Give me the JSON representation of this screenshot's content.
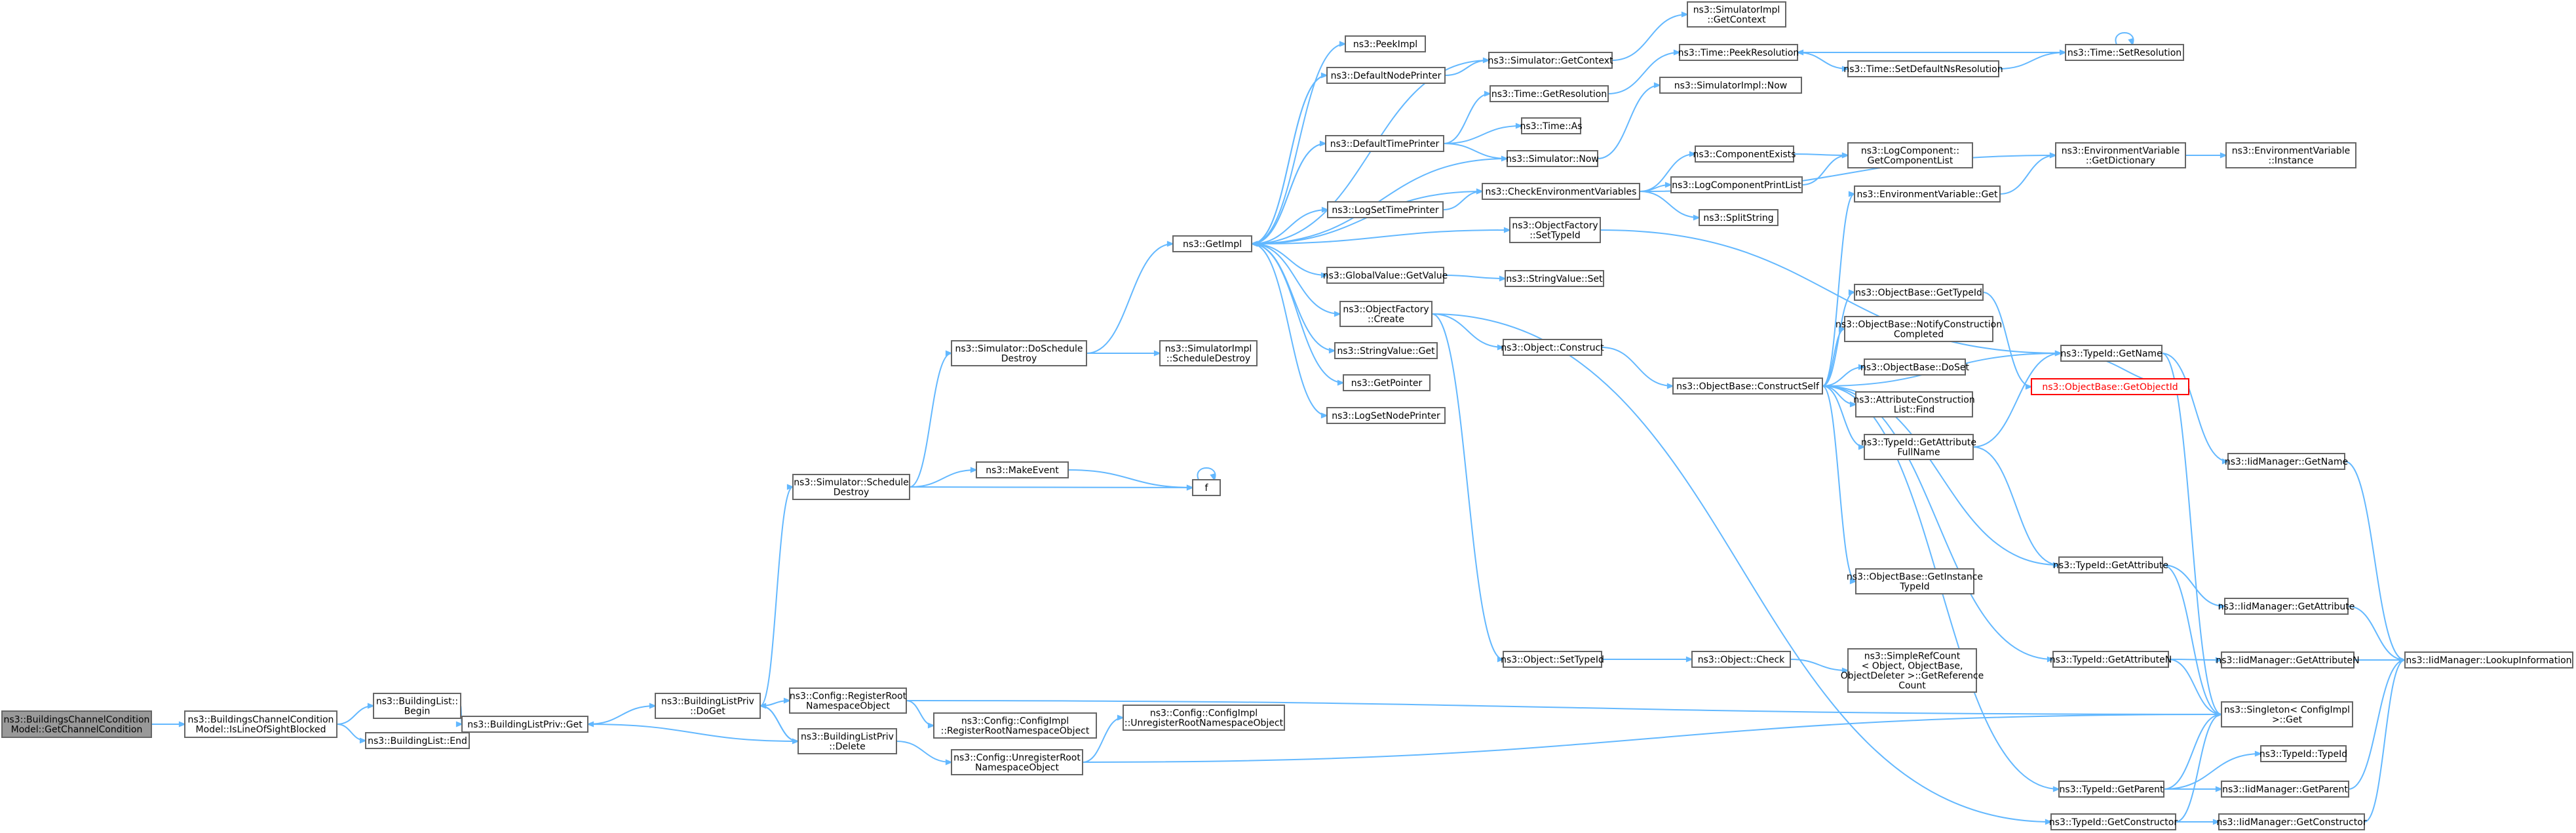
{
  "graph": {
    "colors": {
      "edge": "#63b8ff",
      "node_border": "#666666",
      "root_fill": "#999999",
      "error_border": "#ff0000"
    },
    "nodes": [
      {
        "id": "root",
        "lines": [
          "ns3::BuildingsChannelCondition",
          "Model::GetChannelCondition"
        ]
      },
      {
        "id": "isLOS",
        "lines": [
          "ns3::BuildingsChannelCondition",
          "Model::IsLineOfSightBlocked"
        ]
      },
      {
        "id": "blBegin",
        "lines": [
          "ns3::BuildingList::",
          "Begin"
        ]
      },
      {
        "id": "blEnd",
        "lines": [
          "ns3::BuildingList::End"
        ]
      },
      {
        "id": "blpGet",
        "lines": [
          "ns3::BuildingListPriv::Get"
        ]
      },
      {
        "id": "blpDoGet",
        "lines": [
          "ns3::BuildingListPriv",
          "::DoGet"
        ]
      },
      {
        "id": "cfgReg",
        "lines": [
          "ns3::Config::RegisterRoot",
          "NamespaceObject"
        ]
      },
      {
        "id": "blpDelete",
        "lines": [
          "ns3::BuildingListPriv",
          "::Delete"
        ]
      },
      {
        "id": "cfgImplReg",
        "lines": [
          "ns3::Config::ConfigImpl",
          "::RegisterRootNamespaceObject"
        ]
      },
      {
        "id": "cfgUnreg",
        "lines": [
          "ns3::Config::UnregisterRoot",
          "NamespaceObject"
        ]
      },
      {
        "id": "cfgImplUnreg",
        "lines": [
          "ns3::Config::ConfigImpl",
          "::UnregisterRootNamespaceObject"
        ]
      },
      {
        "id": "simSchedDestroy",
        "lines": [
          "ns3::Simulator::Schedule",
          "Destroy"
        ]
      },
      {
        "id": "simDoSchedDestroy",
        "lines": [
          "ns3::Simulator::DoSchedule",
          "Destroy"
        ]
      },
      {
        "id": "makeEvent",
        "lines": [
          "ns3::MakeEvent"
        ]
      },
      {
        "id": "f",
        "lines": [
          "f"
        ]
      },
      {
        "id": "simImplSchedDestroy",
        "lines": [
          "ns3::SimulatorImpl",
          "::ScheduleDestroy"
        ]
      },
      {
        "id": "getImpl",
        "lines": [
          "ns3::GetImpl"
        ]
      },
      {
        "id": "peekImpl",
        "lines": [
          "ns3::PeekImpl"
        ]
      },
      {
        "id": "defNodePrinter",
        "lines": [
          "ns3::DefaultNodePrinter"
        ]
      },
      {
        "id": "defTimePrinter",
        "lines": [
          "ns3::DefaultTimePrinter"
        ]
      },
      {
        "id": "logSetTimePrinter",
        "lines": [
          "ns3::LogSetTimePrinter"
        ]
      },
      {
        "id": "gvGetValue",
        "lines": [
          "ns3::GlobalValue::GetValue"
        ]
      },
      {
        "id": "ofCreate",
        "lines": [
          "ns3::ObjectFactory",
          "::Create"
        ]
      },
      {
        "id": "svGet",
        "lines": [
          "ns3::StringValue::Get"
        ]
      },
      {
        "id": "getPointer",
        "lines": [
          "ns3::GetPointer"
        ]
      },
      {
        "id": "logSetNodePrinter",
        "lines": [
          "ns3::LogSetNodePrinter"
        ]
      },
      {
        "id": "simGetContext",
        "lines": [
          "ns3::Simulator::GetContext"
        ]
      },
      {
        "id": "timeGetRes",
        "lines": [
          "ns3::Time::GetResolution"
        ]
      },
      {
        "id": "timeAs",
        "lines": [
          "ns3::Time::As"
        ]
      },
      {
        "id": "simNow",
        "lines": [
          "ns3::Simulator::Now"
        ]
      },
      {
        "id": "checkEnv",
        "lines": [
          "ns3::CheckEnvironmentVariables"
        ]
      },
      {
        "id": "ofSetTypeId",
        "lines": [
          "ns3::ObjectFactory",
          "::SetTypeId"
        ]
      },
      {
        "id": "svSet",
        "lines": [
          "ns3::StringValue::Set"
        ]
      },
      {
        "id": "objConstruct",
        "lines": [
          "ns3::Object::Construct"
        ]
      },
      {
        "id": "objSetTypeId",
        "lines": [
          "ns3::Object::SetTypeId"
        ]
      },
      {
        "id": "simImplGetContext",
        "lines": [
          "ns3::SimulatorImpl",
          "::GetContext"
        ]
      },
      {
        "id": "timePeekRes",
        "lines": [
          "ns3::Time::PeekResolution"
        ]
      },
      {
        "id": "timeSetDefNs",
        "lines": [
          "ns3::Time::SetDefaultNsResolution"
        ]
      },
      {
        "id": "timeSetRes",
        "lines": [
          "ns3::Time::SetResolution"
        ]
      },
      {
        "id": "simImplNow",
        "lines": [
          "ns3::SimulatorImpl::Now"
        ]
      },
      {
        "id": "compExists",
        "lines": [
          "ns3::ComponentExists"
        ]
      },
      {
        "id": "logCompPrintList",
        "lines": [
          "ns3::LogComponentPrintList"
        ]
      },
      {
        "id": "splitString",
        "lines": [
          "ns3::SplitString"
        ]
      },
      {
        "id": "logCompGetList",
        "lines": [
          "ns3::LogComponent::",
          "GetComponentList"
        ]
      },
      {
        "id": "envGetDict",
        "lines": [
          "ns3::EnvironmentVariable",
          "::GetDictionary"
        ]
      },
      {
        "id": "envInstance",
        "lines": [
          "ns3::EnvironmentVariable",
          "::Instance"
        ]
      },
      {
        "id": "envGet",
        "lines": [
          "ns3::EnvironmentVariable::Get"
        ]
      },
      {
        "id": "obConstructSelf",
        "lines": [
          "ns3::ObjectBase::ConstructSelf"
        ]
      },
      {
        "id": "obGetTypeId",
        "lines": [
          "ns3::ObjectBase::GetTypeId"
        ]
      },
      {
        "id": "obNotify",
        "lines": [
          "ns3::ObjectBase::NotifyConstruction",
          "Completed"
        ]
      },
      {
        "id": "obDoSet",
        "lines": [
          "ns3::ObjectBase::DoSet"
        ]
      },
      {
        "id": "acFind",
        "lines": [
          "ns3::AttributeConstruction",
          "List::Find"
        ]
      },
      {
        "id": "tidGetAttrFull",
        "lines": [
          "ns3::TypeId::GetAttribute",
          "FullName"
        ]
      },
      {
        "id": "obGetInstTypeId",
        "lines": [
          "ns3::ObjectBase::GetInstance",
          "TypeId"
        ]
      },
      {
        "id": "objCheck",
        "lines": [
          "ns3::Object::Check"
        ]
      },
      {
        "id": "srcGetRef",
        "lines": [
          "ns3::SimpleRefCount",
          "< Object, ObjectBase,",
          "ObjectDeleter >::GetReference",
          "Count"
        ]
      },
      {
        "id": "tidGetName",
        "lines": [
          "ns3::TypeId::GetName"
        ]
      },
      {
        "id": "obGetObjectId",
        "lines": [
          "ns3::ObjectBase::GetObjectId"
        ]
      },
      {
        "id": "tidGetAttr",
        "lines": [
          "ns3::TypeId::GetAttribute"
        ]
      },
      {
        "id": "tidGetAttrN",
        "lines": [
          "ns3::TypeId::GetAttributeN"
        ]
      },
      {
        "id": "tidGetParent",
        "lines": [
          "ns3::TypeId::GetParent"
        ]
      },
      {
        "id": "tidGetCtor",
        "lines": [
          "ns3::TypeId::GetConstructor"
        ]
      },
      {
        "id": "iidGetName",
        "lines": [
          "ns3::IidManager::GetName"
        ]
      },
      {
        "id": "iidGetAttr",
        "lines": [
          "ns3::IidManager::GetAttribute"
        ]
      },
      {
        "id": "iidGetAttrN",
        "lines": [
          "ns3::IidManager::GetAttributeN"
        ]
      },
      {
        "id": "singletonGet",
        "lines": [
          "ns3::Singleton< ConfigImpl",
          " >::Get"
        ]
      },
      {
        "id": "tidTypeId",
        "lines": [
          "ns3::TypeId::TypeId"
        ]
      },
      {
        "id": "iidGetParent",
        "lines": [
          "ns3::IidManager::GetParent"
        ]
      },
      {
        "id": "iidGetCtor",
        "lines": [
          "ns3::IidManager::GetConstructor"
        ]
      },
      {
        "id": "iidLookup",
        "lines": [
          "ns3::IidManager::LookupInformation"
        ]
      }
    ]
  }
}
